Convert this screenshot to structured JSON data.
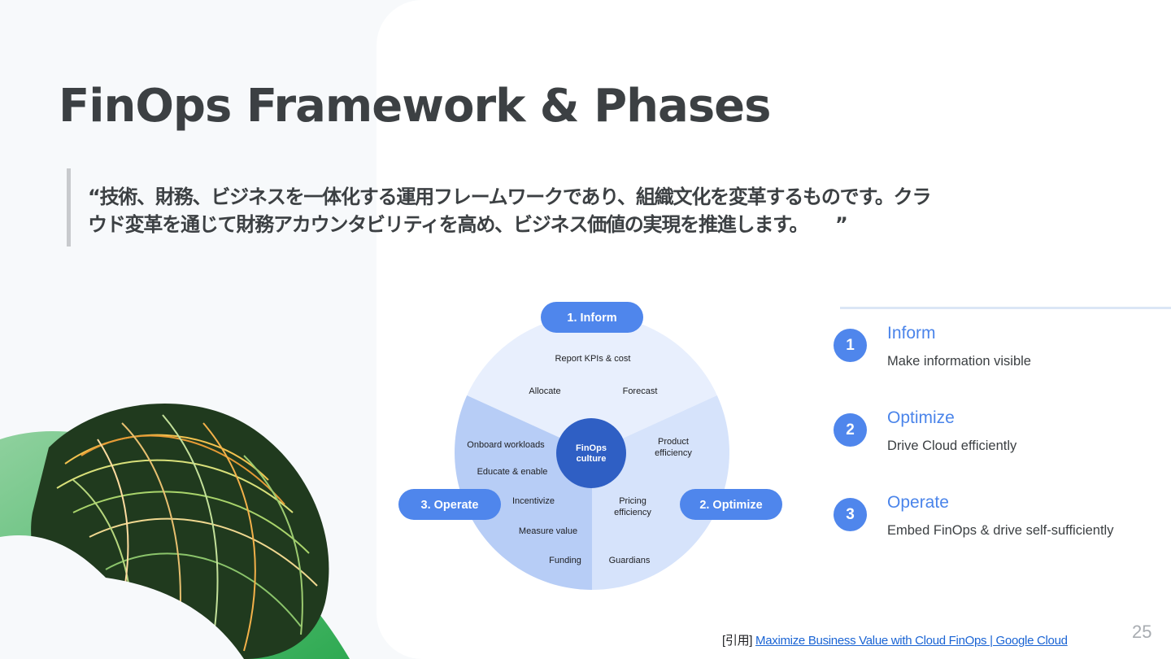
{
  "slide": {
    "title": "FinOps Framework & Phases",
    "quote_line1": "“技術、財務、ビジネスを一体化する運用フレームワークであり、組織文化を変革するものです。クラ",
    "quote_line2": "ウド変革を通じて財務アカウンタビリティを高め、ビジネス価値の実現を推進します。　　”",
    "page_number": "25"
  },
  "diagram": {
    "center_line1": "FinOps",
    "center_line2": "culture",
    "inform_pill": "1. Inform",
    "optimize_pill": "2. Optimize",
    "operate_pill": "3. Operate",
    "inform_items": [
      "Report KPIs & cost",
      "Allocate",
      "Forecast"
    ],
    "optimize_items": [
      "Product",
      "efficiency",
      "Pricing",
      "efficiency",
      "Guardians"
    ],
    "operate_items": [
      "Onboard workloads",
      "Educate & enable",
      "Incentivize",
      "Measure value",
      "Funding"
    ]
  },
  "phases": [
    {
      "number": "1",
      "name": "Inform",
      "description": "Make information visible"
    },
    {
      "number": "2",
      "name": "Optimize",
      "description": "Drive Cloud efficiently"
    },
    {
      "number": "3",
      "name": "Operate",
      "description": "Embed FinOps & drive self-sufficiently"
    }
  ],
  "citation": {
    "prefix": "[引用]",
    "link_text": "Maximize Business Value with Cloud FinOps | Google Cloud"
  },
  "colors": {
    "accent_blue": "#4f86ec",
    "center_blue": "#2f5fc4",
    "inform_sector": "#e8effd",
    "optimize_sector": "#d6e3fb",
    "operate_sector": "#b7cdf6"
  }
}
